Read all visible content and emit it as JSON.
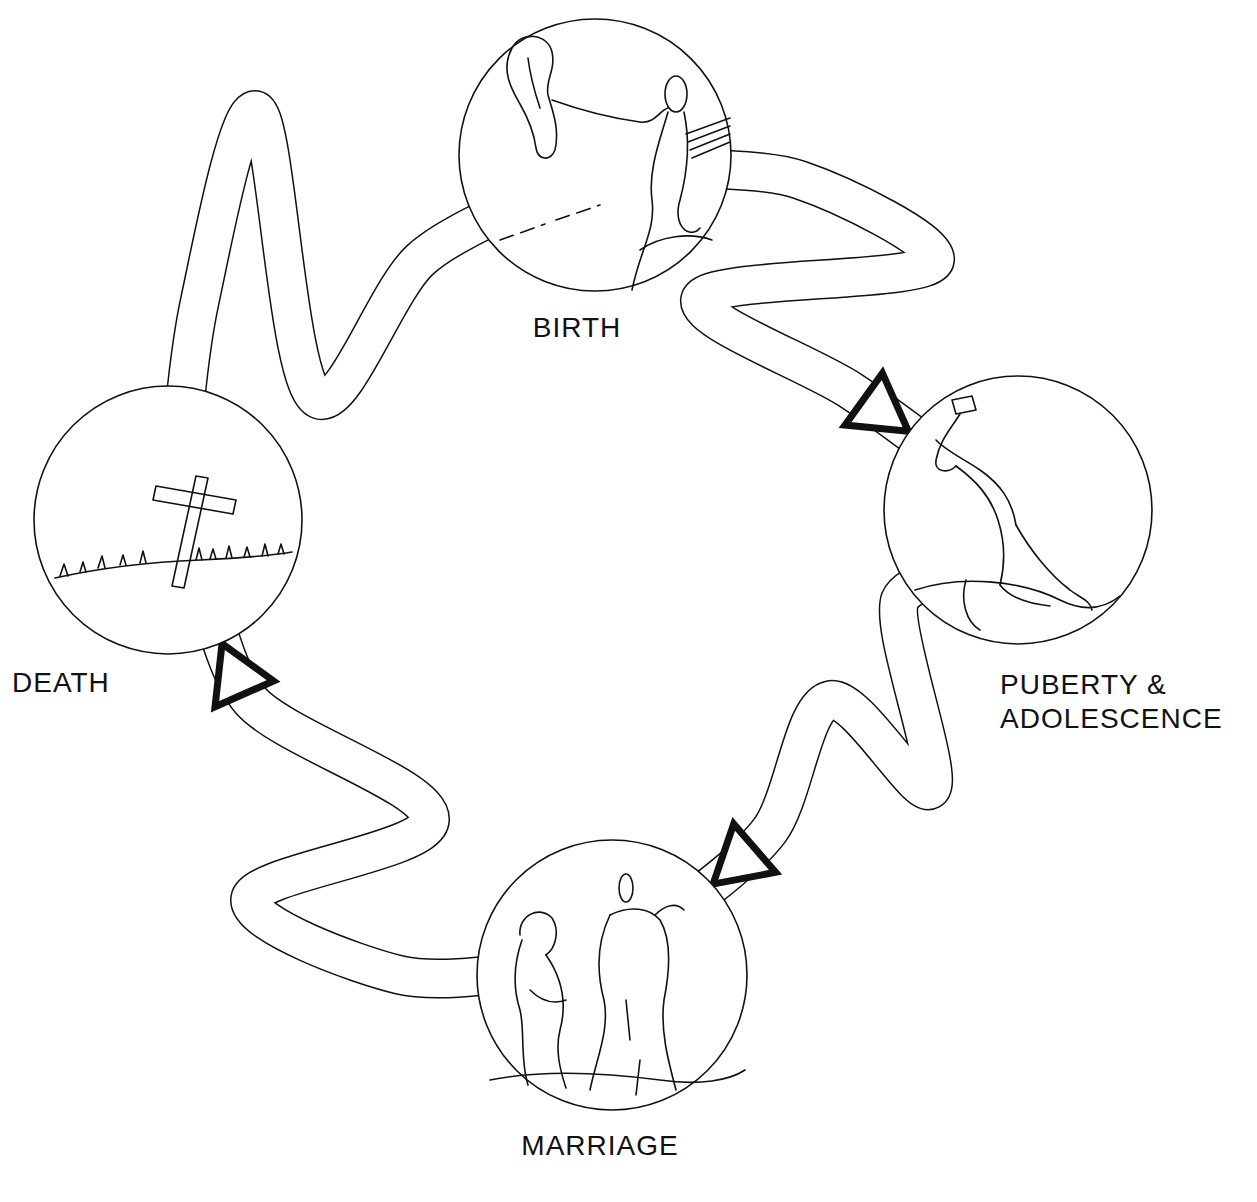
{
  "diagram": {
    "nodes": [
      {
        "text": [
          "BIRTH"
        ]
      },
      {
        "text": [
          "PUBERTY & ADOLESCENCE"
        ]
      },
      {
        "text": [
          "MARRIAGE"
        ]
      },
      {
        "text": [
          "DEATH"
        ]
      }
    ],
    "edges": [
      {
        "from": 0,
        "to": 1,
        "arrow": "to"
      },
      {
        "from": 1,
        "to": 2,
        "arrow": "to"
      },
      {
        "from": 2,
        "to": 3,
        "arrow": "to"
      },
      {
        "from": 3,
        "to": 0,
        "arrow": "none"
      }
    ]
  }
}
